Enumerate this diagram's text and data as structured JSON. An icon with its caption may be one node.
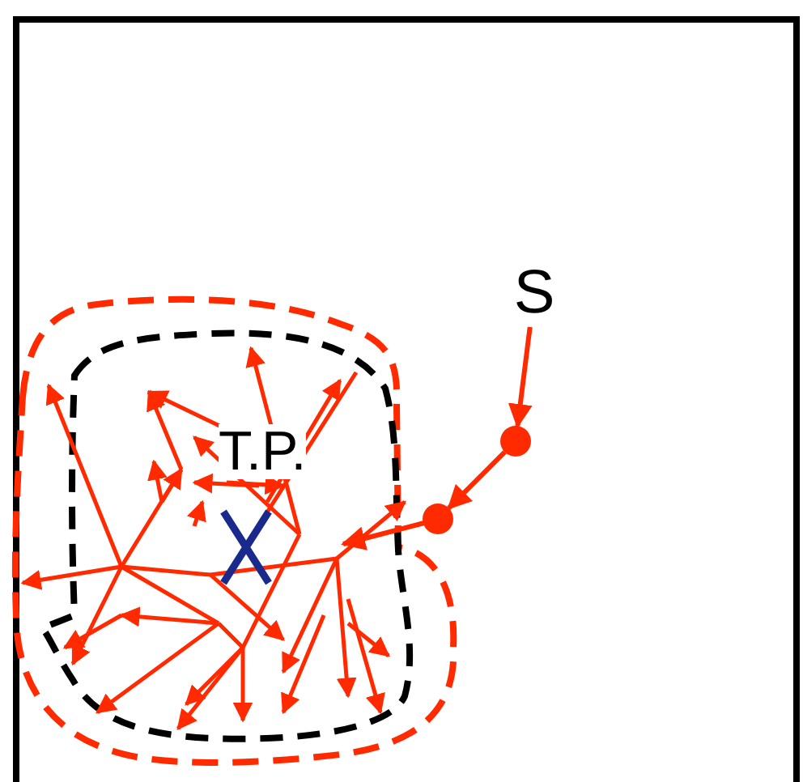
{
  "diagram": {
    "nodes": [
      {
        "text": [
          "S"
        ]
      },
      {
        "text": [],
        "shape": "circle"
      },
      {
        "text": [],
        "shape": "circle"
      }
    ],
    "edges": [
      {
        "from": 0,
        "to": 1,
        "arrow": "to"
      },
      {
        "from": 1,
        "to": 2,
        "arrow": "to"
      }
    ],
    "labels": [
      "T.P."
    ]
  }
}
